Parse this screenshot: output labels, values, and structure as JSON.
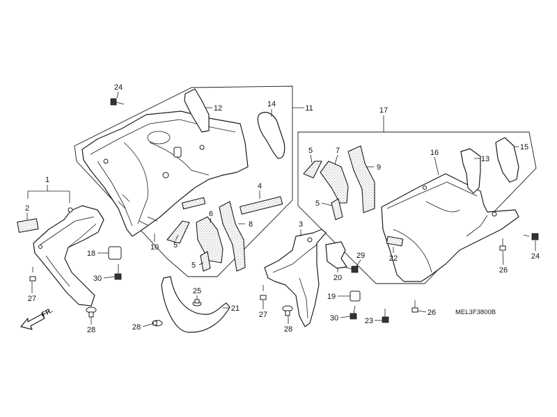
{
  "diagram": {
    "callouts": [
      "24",
      "12",
      "14",
      "11",
      "17",
      "1",
      "2",
      "4",
      "5",
      "7",
      "9",
      "5",
      "16",
      "13",
      "15",
      "6",
      "8",
      "10",
      "5",
      "5",
      "3",
      "18",
      "30",
      "27",
      "28",
      "25",
      "21",
      "28",
      "27",
      "28",
      "29",
      "20",
      "19",
      "30",
      "22",
      "26",
      "24",
      "23",
      "26"
    ],
    "direction_label": "FR.",
    "drawing_code": "MEL3F3800B"
  }
}
